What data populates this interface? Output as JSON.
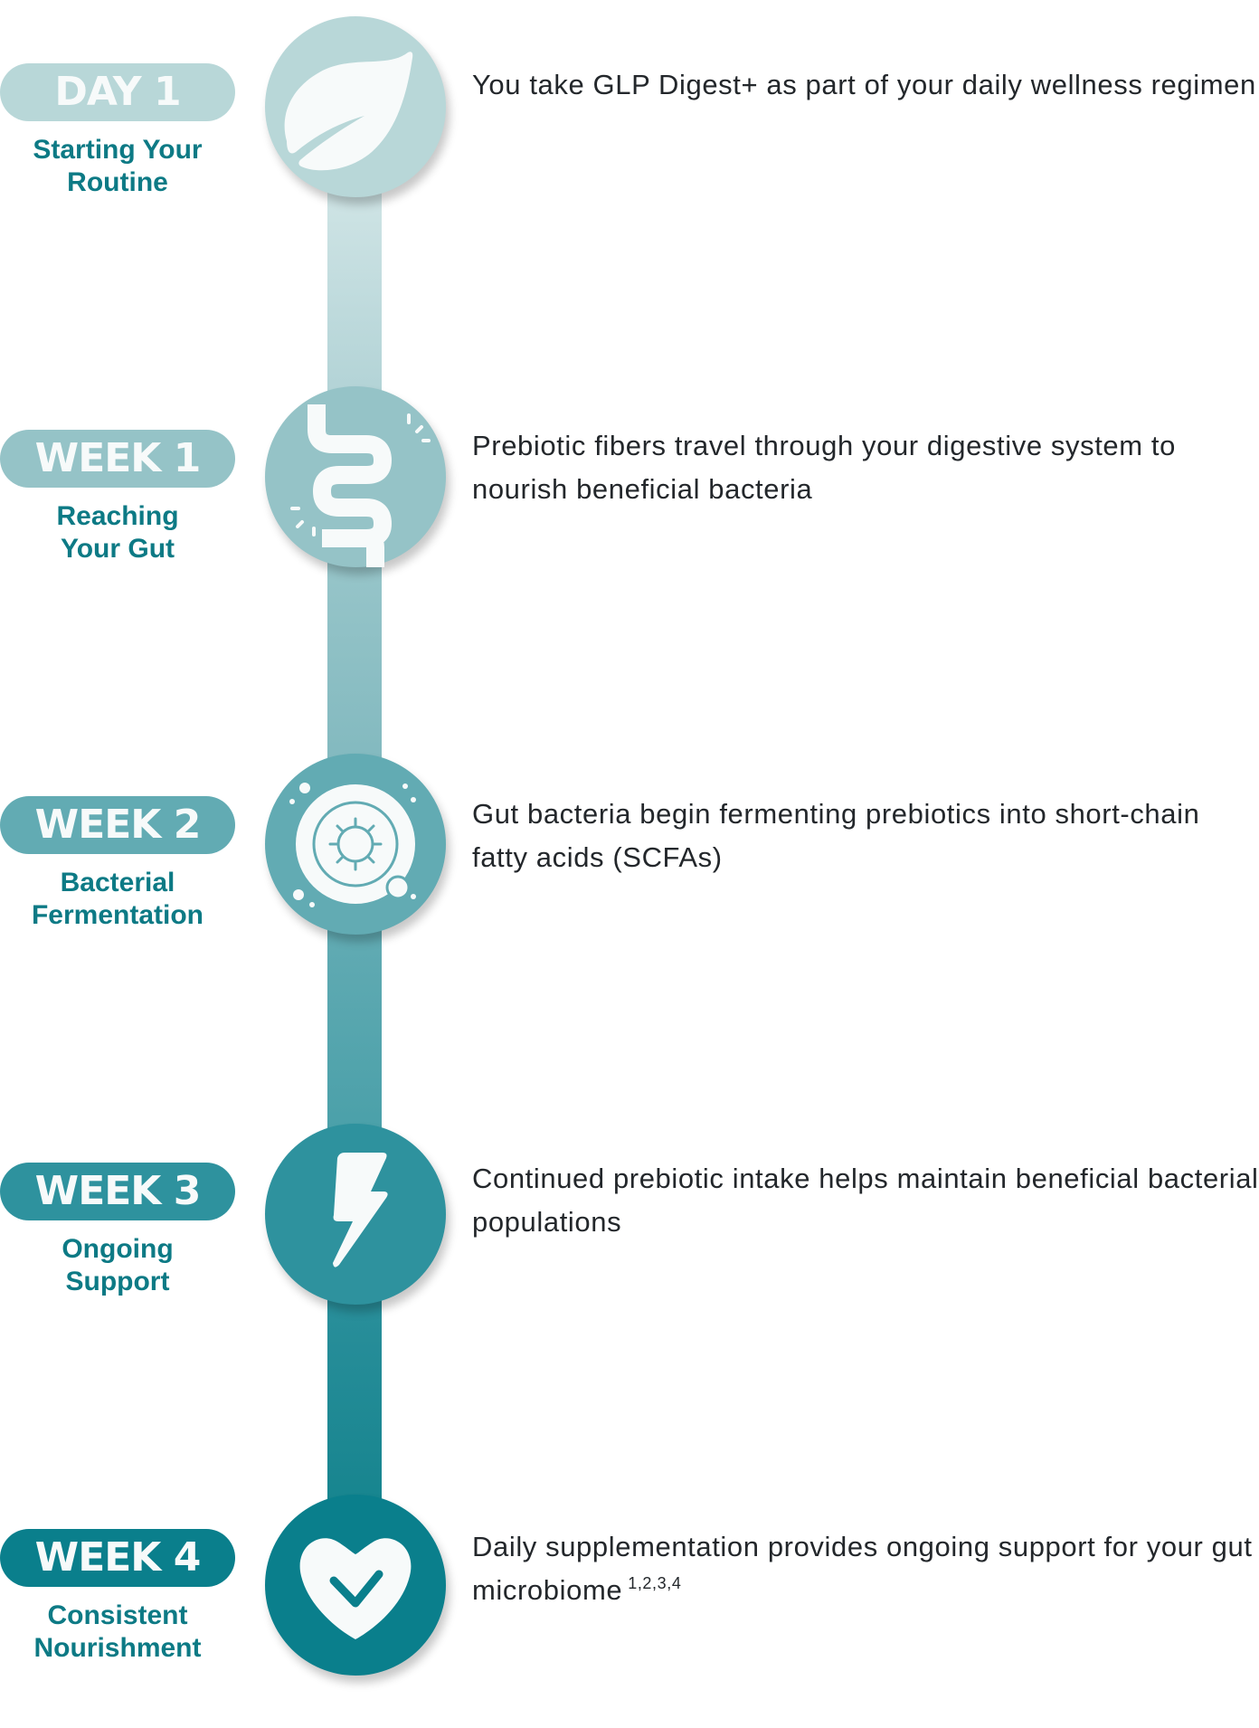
{
  "colors": {
    "stage_1": "#b8d7d8",
    "stage_2": "#95c3c7",
    "stage_3": "#62abb3",
    "stage_4": "#2e929e",
    "stage_5": "#0a7f8c",
    "phase_text": "#0d7a85",
    "body_text": "#23272b",
    "icon_fill": "#f7fafa"
  },
  "steps": [
    {
      "badge": "DAY 1",
      "phase_line1": "Starting Your",
      "phase_line2": "Routine",
      "icon": "leaf-icon",
      "description": "You take GLP Digest+ as part of your daily wellness regimen",
      "superscript": ""
    },
    {
      "badge": "WEEK 1",
      "phase_line1": "Reaching",
      "phase_line2": "Your Gut",
      "icon": "intestine-icon",
      "description": "Prebiotic fibers travel through your digestive system to nourish beneficial bacteria",
      "superscript": ""
    },
    {
      "badge": "WEEK 2",
      "phase_line1": "Bacterial",
      "phase_line2": "Fermentation",
      "icon": "bacteria-fermentation-icon",
      "description": "Gut bacteria begin fermenting prebiotics into short-chain fatty acids (SCFAs)",
      "superscript": ""
    },
    {
      "badge": "WEEK 3",
      "phase_line1": "Ongoing",
      "phase_line2": "Support",
      "icon": "lightning-bolt-icon",
      "description": "Continued prebiotic intake helps maintain beneficial bacterial populations",
      "superscript": ""
    },
    {
      "badge": "WEEK 4",
      "phase_line1": "Consistent",
      "phase_line2": "Nourishment",
      "icon": "heart-check-icon",
      "description": "Daily supplementation provides ongoing support for your gut microbiome",
      "superscript": "1,2,3,4"
    }
  ]
}
